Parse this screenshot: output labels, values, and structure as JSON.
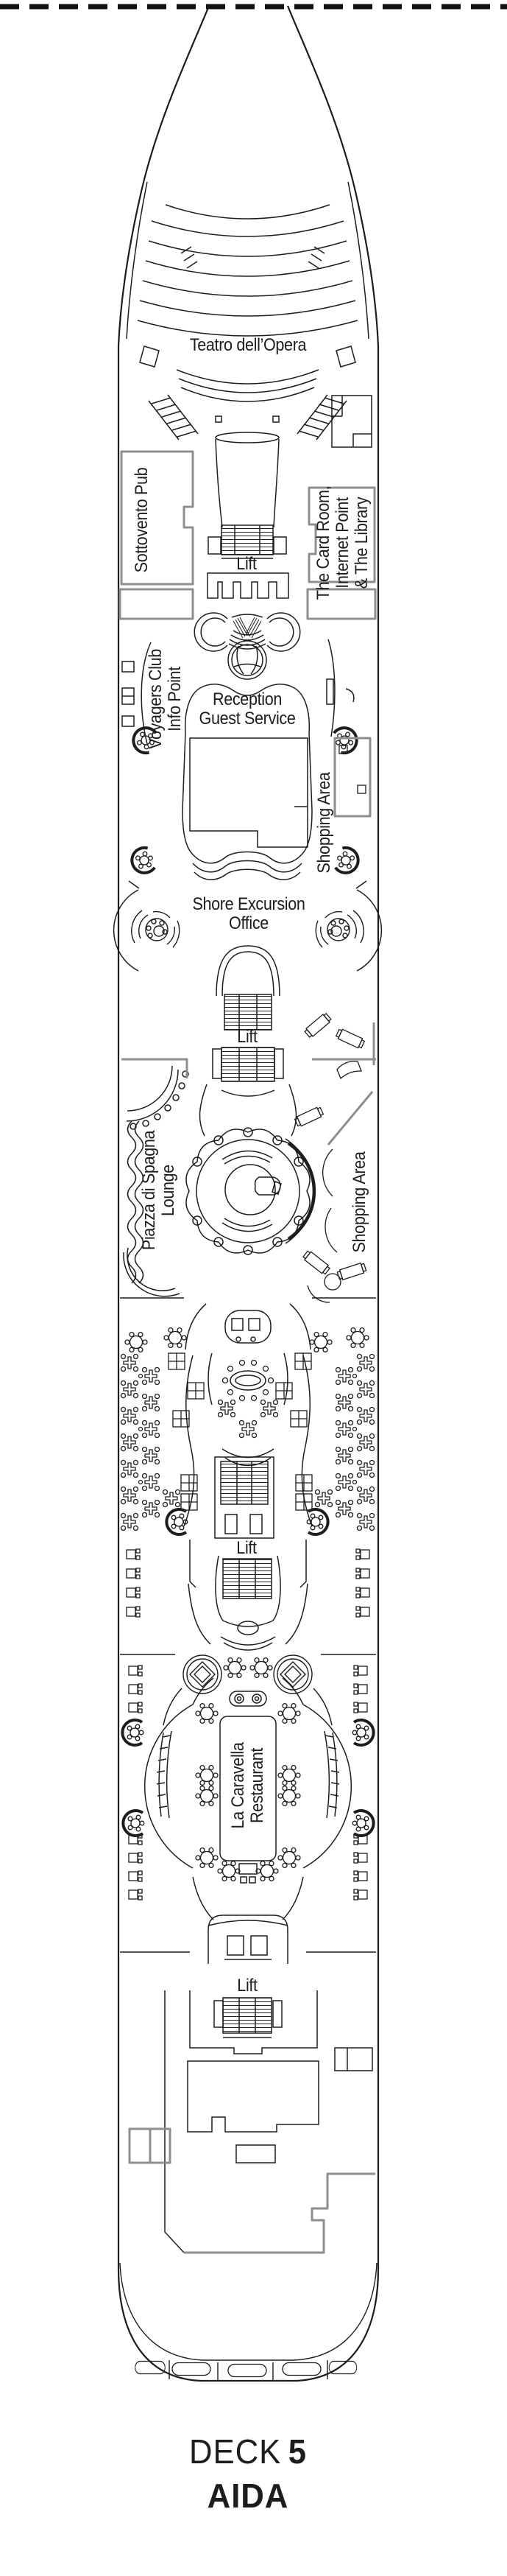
{
  "colors": {
    "ink": "#1d1d1b",
    "wall_gray": "#8e8e8e",
    "background": "#ffffff"
  },
  "plan": {
    "venues": {
      "teatro": "Teatro dell’Opera",
      "sottovento": "Sottovento Pub",
      "lift": "Lift",
      "card_room": [
        "The Card Room,",
        "Internet Point",
        "& The Library"
      ],
      "voyagers": [
        "Voyagers Club",
        "Info Point"
      ],
      "reception": [
        "Reception",
        "Guest Service"
      ],
      "shopping": "Shopping Area",
      "shore_excursion": [
        "Shore Excursion",
        "Office"
      ],
      "piazza": [
        "Piazza di Spagna",
        "Lounge"
      ],
      "caravella": [
        "La Caravella",
        "Restaurant"
      ]
    }
  },
  "footer": {
    "deck_word": "DECK",
    "deck_number": "5",
    "ship_name": "AIDA"
  }
}
